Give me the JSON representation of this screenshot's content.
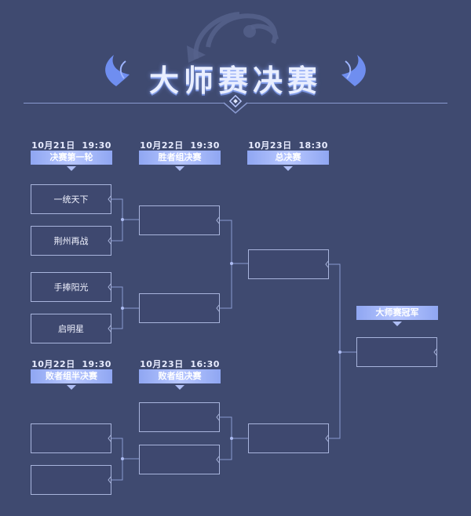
{
  "header": {
    "title": "大师赛决赛"
  },
  "stages": {
    "r1": {
      "date": "10月21日  19:30",
      "label": "决赛第一轮"
    },
    "winners_final": {
      "date": "10月22日  19:30",
      "label": "胜者组决赛"
    },
    "grand_final": {
      "date": "10月23日  18:30",
      "label": "总决赛"
    },
    "losers_semi": {
      "date": "10月22日  19:30",
      "label": "败者组半决赛"
    },
    "losers_final": {
      "date": "10月23日  16:30",
      "label": "败者组决赛"
    },
    "champion": {
      "label": "大师赛冠军"
    }
  },
  "teams": {
    "r1_1": "一统天下",
    "r1_2": "荆州再战",
    "r1_3": "手捧阳光",
    "r1_4": "启明星"
  },
  "colors": {
    "background": "#3f4a70",
    "accent": "#aebdf4",
    "line": "#8a9ad0"
  }
}
